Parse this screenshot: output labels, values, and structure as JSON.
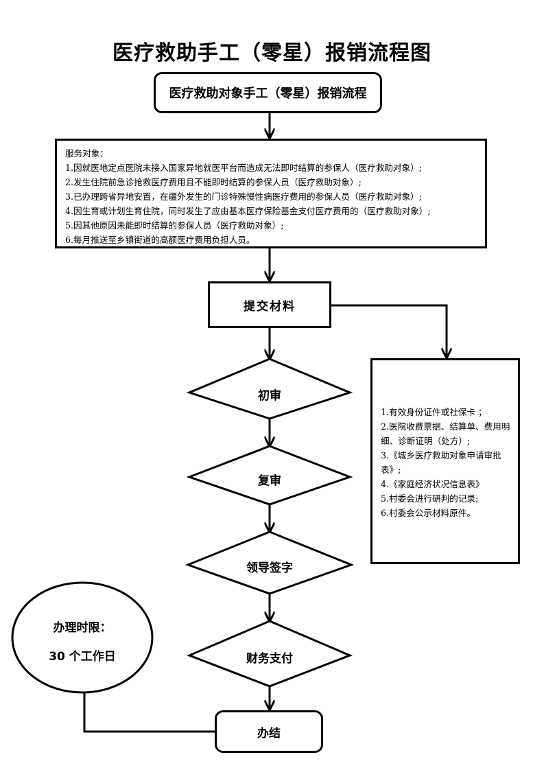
{
  "title": "医疗救助手工（零星）报销流程图",
  "start": "医疗救助对象手工（零星）报销流程",
  "service": {
    "heading": "服务对象：",
    "items": [
      "1.因就医地定点医院未接入国家异地就医平台而造成无法即时结算的参保人（医疗救助对象）;",
      "2.发生住院前急诊抢救医疗费用且不能即时结算的参保人员（医疗救助对象）;",
      "3.已办理跨省异地安置，在疆外发生的门诊特殊慢性病医疗费用的参保人员（医疗救助对象）;",
      "4.因生育或计划生育住院，同时发生了应由基本医疗保险基金支付医疗费用的（医疗救助对象）;",
      "5.因其他原因未能即时结算的参保人员（医疗救助对象）;",
      "6.每月推送至乡镇街道的高额医疗费用负担人员。"
    ]
  },
  "submit": "提交材料",
  "materials": [
    "1.有效身份证件或社保卡 ；",
    "2.医院收费票据、结算单、费用明细、诊断证明（处方）;",
    "3.《城乡医疗救助对象申请审批表》;",
    "4.《家庭经济状况信息表》",
    "5.村委会进行研判的记录;",
    "6.村委会公示材料原件。"
  ],
  "steps": [
    "初审",
    "复审",
    "领导签字",
    "财务支付"
  ],
  "time_limit": {
    "label": "办理时限：",
    "value": "30 个工作日"
  },
  "end": "办结"
}
